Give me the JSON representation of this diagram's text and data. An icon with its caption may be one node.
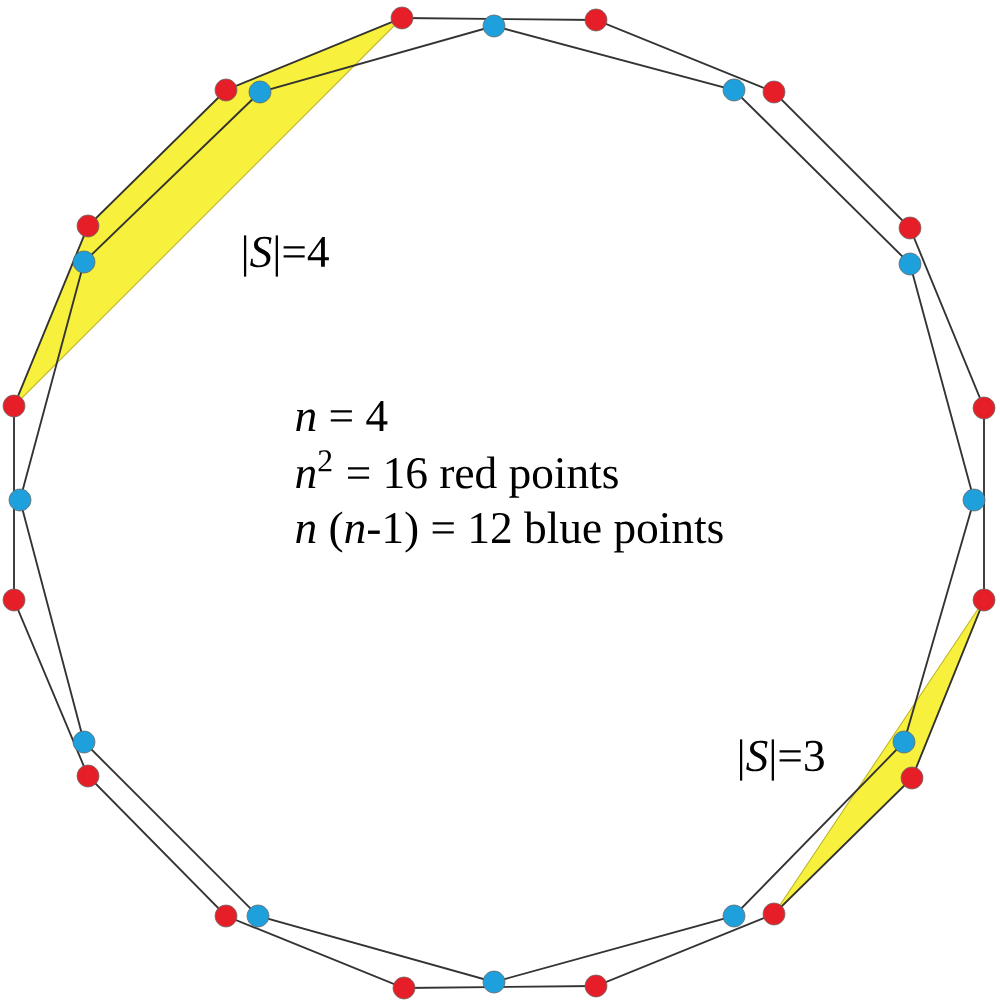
{
  "diagram": {
    "labels": [
      "|*S*|=4",
      "*n* = 4",
      "*n*$^{2}$ = 16 red points",
      "*n* (*n*-1) = 12 blue points",
      "|*S*|=3"
    ]
  }
}
